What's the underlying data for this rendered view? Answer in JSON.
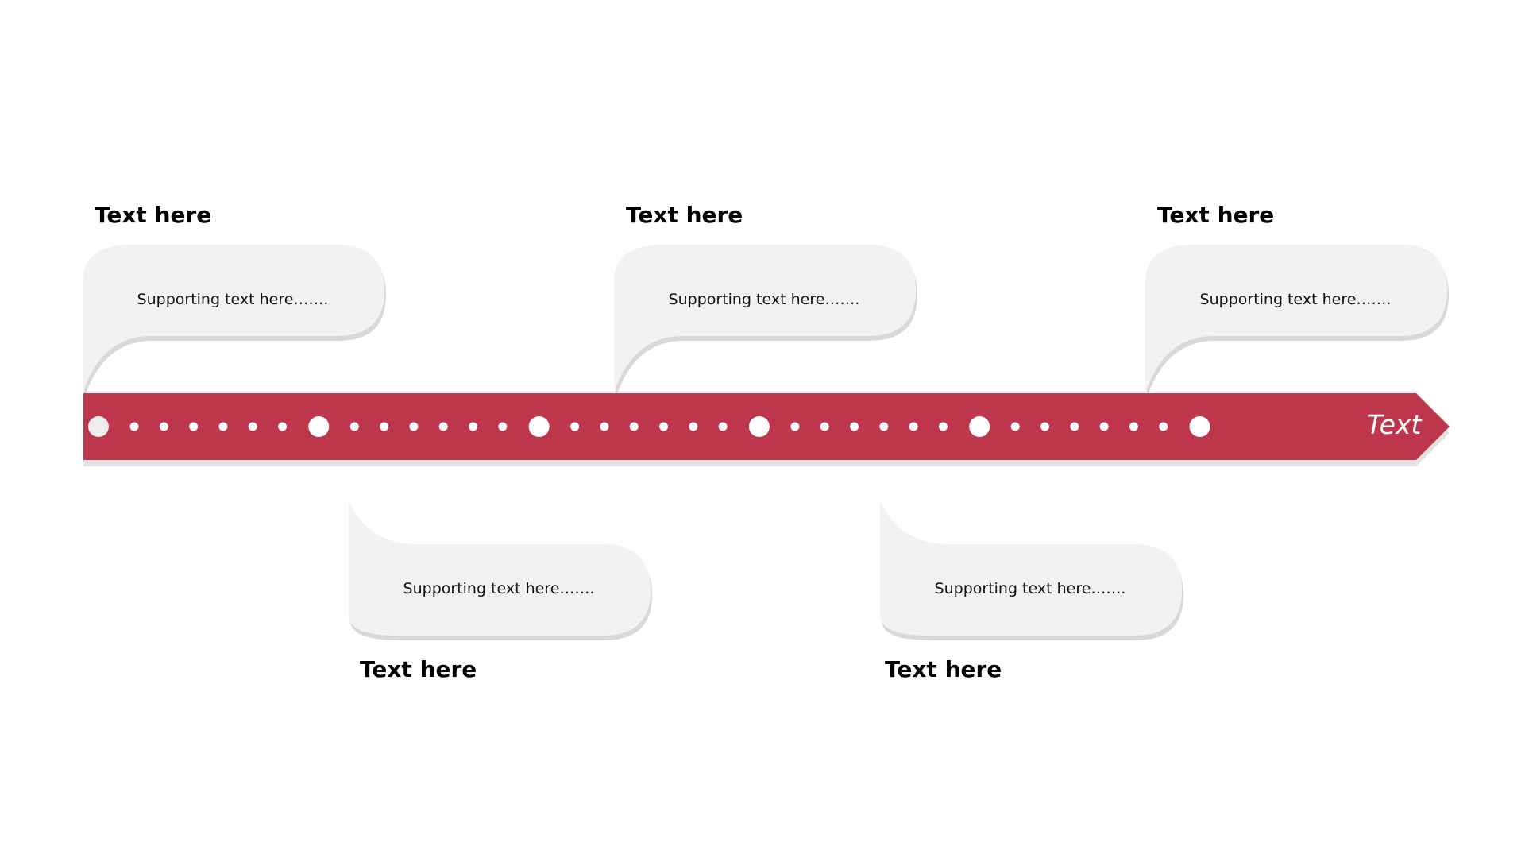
{
  "colors": {
    "arrow": "#BE364B",
    "bubble_fill": "#F2F2F2",
    "bubble_shadow": "#D9D9D9",
    "dot": "#FFFFFF",
    "first_dot": "#EDEDED"
  },
  "arrow": {
    "label": "Text"
  },
  "milestones": [
    {
      "heading": "Text here",
      "text": "Supporting text here……."
    },
    {
      "heading": "Text here",
      "text": "Supporting text here……."
    },
    {
      "heading": "Text here",
      "text": "Supporting text here……."
    },
    {
      "heading": "Text here",
      "text": "Supporting text here……."
    },
    {
      "heading": "Text here",
      "text": "Supporting text here……."
    }
  ],
  "timeline": {
    "major_markers": 6,
    "minor_between": 6
  }
}
